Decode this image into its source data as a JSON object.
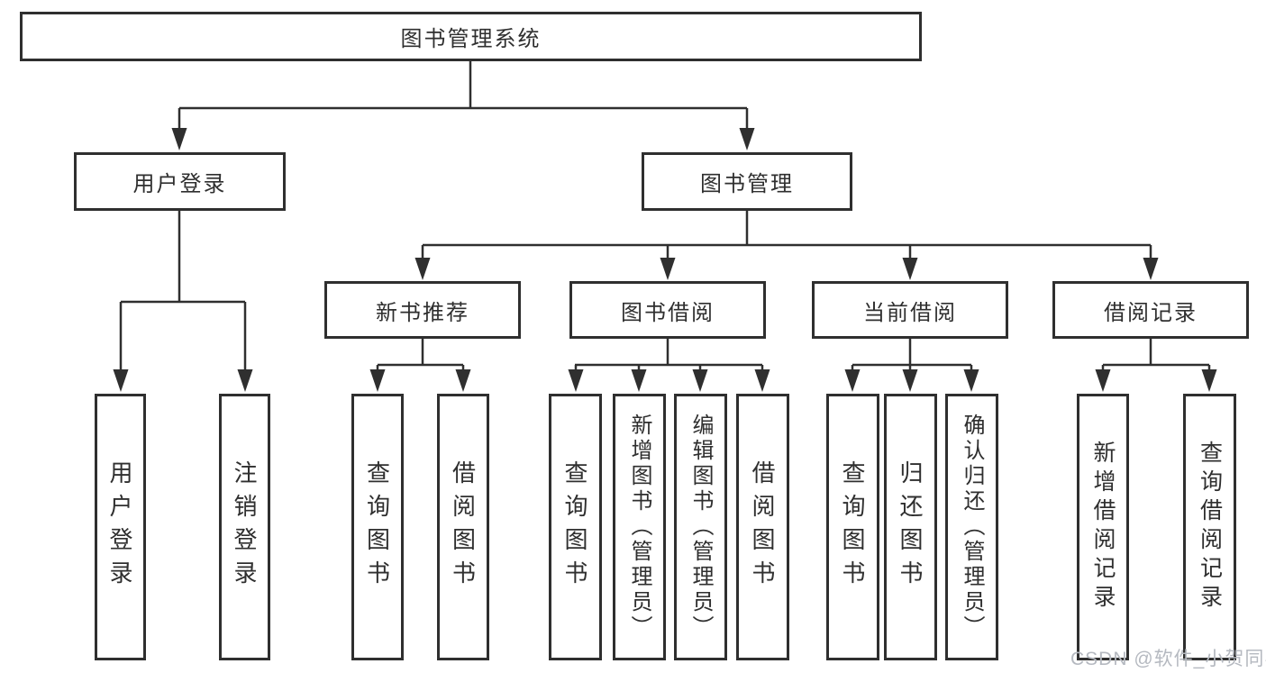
{
  "root": {
    "label": "图书管理系统"
  },
  "user_login": {
    "label": "用户登录",
    "children": [
      {
        "label": "用户登录"
      },
      {
        "label": "注销登录"
      }
    ]
  },
  "book_management": {
    "label": "图书管理",
    "children": [
      {
        "label": "新书推荐",
        "children": [
          {
            "label": "查询图书"
          },
          {
            "label": "借阅图书"
          }
        ]
      },
      {
        "label": "图书借阅",
        "children": [
          {
            "label": "查询图书"
          },
          {
            "label": "新增图书（管理员）"
          },
          {
            "label": "编辑图书（管理员）"
          },
          {
            "label": "借阅图书"
          }
        ]
      },
      {
        "label": "当前借阅",
        "children": [
          {
            "label": "查询图书"
          },
          {
            "label": "归还图书"
          },
          {
            "label": "确认归还（管理员）"
          }
        ]
      },
      {
        "label": "借阅记录",
        "children": [
          {
            "label": "新增借阅记录"
          },
          {
            "label": "查询借阅记录"
          }
        ]
      }
    ]
  },
  "watermark": {
    "text": "CSDN @软件_小贺同学"
  },
  "colors": {
    "ink": "#2f2f2f",
    "background": "#ffffff",
    "watermark_gray": "#b5b9c0"
  }
}
